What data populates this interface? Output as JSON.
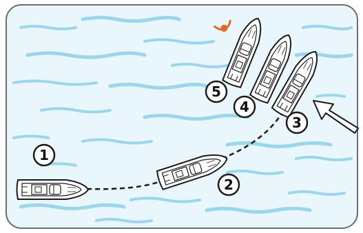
{
  "steps": [
    {
      "number": "1"
    },
    {
      "number": "2"
    },
    {
      "number": "3"
    },
    {
      "number": "4"
    },
    {
      "number": "5"
    }
  ],
  "colors": {
    "water": "#e9f6fb",
    "wave": "#9cd6ea",
    "border": "#6d6d6d",
    "hull": "#ffffff",
    "outline": "#1a1a1a",
    "person": "#e0662a",
    "path": "#1a1a1a"
  },
  "icons": {
    "boat": "boat-icon",
    "person": "person-overboard-icon",
    "arrow": "wind-arrow-icon"
  }
}
